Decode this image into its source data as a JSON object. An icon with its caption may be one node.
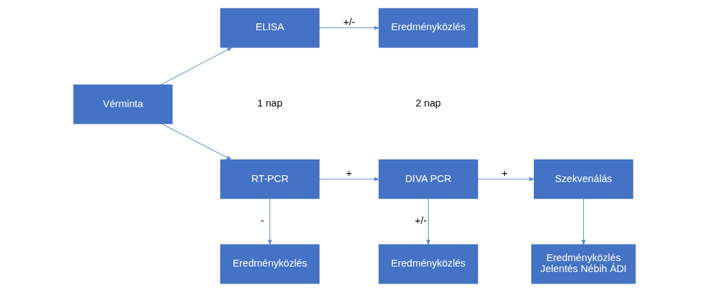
{
  "diagram": {
    "nodes": [
      {
        "text": [
          "Vérminta"
        ]
      },
      {
        "text": [
          "ELISA"
        ]
      },
      {
        "text": [
          "Eredményközlés"
        ]
      },
      {
        "text": [
          "RT-PCR"
        ]
      },
      {
        "text": [
          "DIVA PCR"
        ]
      },
      {
        "text": [
          "Szekvenálás"
        ]
      },
      {
        "text": [
          "Eredményközlés"
        ]
      },
      {
        "text": [
          "Eredményközlés"
        ]
      },
      {
        "text": [
          "Eredményközlés",
          "Jelentés Nébih ÁDI"
        ]
      }
    ],
    "edges": [
      {
        "from": 0,
        "to": 1,
        "arrow": "to"
      },
      {
        "from": 1,
        "to": 2,
        "arrow": "to",
        "label": "+/-"
      },
      {
        "from": 0,
        "to": 3,
        "arrow": "to"
      },
      {
        "from": 3,
        "to": 4,
        "arrow": "to",
        "label": "+"
      },
      {
        "from": 4,
        "to": 5,
        "arrow": "to",
        "label": "+"
      },
      {
        "from": 3,
        "to": 6,
        "arrow": "to",
        "label": "-"
      },
      {
        "from": 4,
        "to": 7,
        "arrow": "to",
        "label": "+/-"
      },
      {
        "from": 5,
        "to": 8,
        "arrow": "to"
      }
    ],
    "labels": [
      "1 nap",
      "2 nap"
    ]
  }
}
